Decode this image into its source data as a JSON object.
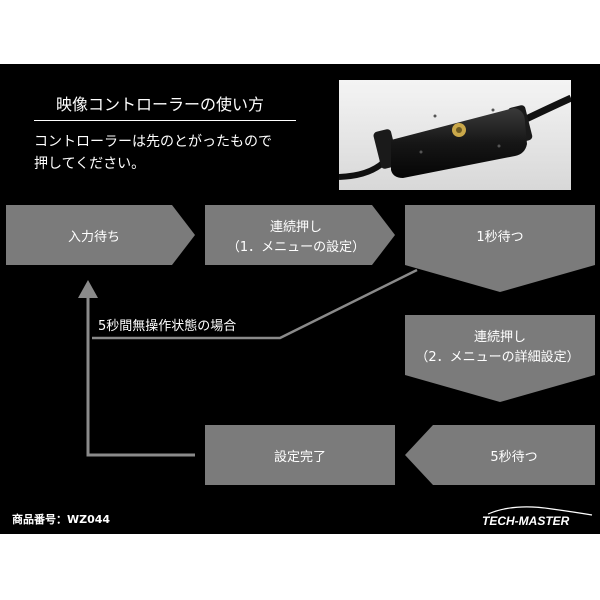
{
  "title": "映像コントローラーの使い方",
  "description": [
    "コントローラーは先のとがったもので",
    "押してください。"
  ],
  "steps": [
    {
      "label": "入力待ち"
    },
    {
      "label_line1": "連続押し",
      "label_line2": "（1．メニューの設定）"
    },
    {
      "label": "1秒待つ"
    },
    {
      "label_line1": "連続押し",
      "label_line2": "（2．メニューの詳細設定）"
    },
    {
      "label": "5秒待つ"
    },
    {
      "label": "設定完了"
    }
  ],
  "loop_note": "5秒間無操作状態の場合",
  "footer": {
    "product_no": "商品番号：WZ044",
    "brand": "TECH-MASTER"
  },
  "colors": {
    "background": "#000000",
    "shape_fill": "#7b7b7b",
    "text": "#ffffff",
    "line": "#8a8a8a"
  }
}
